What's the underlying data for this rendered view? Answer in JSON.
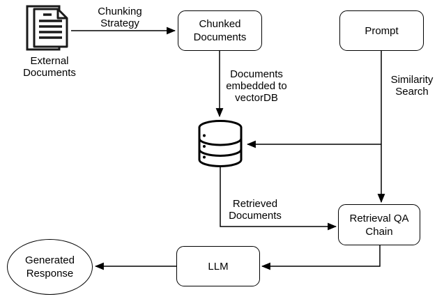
{
  "nodes": {
    "external_documents": {
      "label": "External\nDocuments"
    },
    "chunked_documents": {
      "label": "Chunked\nDocuments"
    },
    "prompt": {
      "label": "Prompt"
    },
    "retrieval_qa_chain": {
      "label": "Retrieval QA\nChain"
    },
    "llm": {
      "label": "LLM"
    },
    "generated_response": {
      "label": "Generated\nResponse"
    }
  },
  "edges": {
    "chunking_strategy": {
      "label": "Chunking\nStrategy"
    },
    "documents_embedded": {
      "label": "Documents\nembedded to\nvectorDB"
    },
    "similarity_search": {
      "label": "Similarity\nSearch"
    },
    "retrieved_documents": {
      "label": "Retrieved\nDocuments"
    }
  },
  "icons": {
    "external_documents": "documents-icon",
    "vector_db": "database-icon"
  },
  "colors": {
    "stroke": "#000000",
    "fill": "#ffffff",
    "text": "#000000",
    "background": "#ffffff"
  }
}
